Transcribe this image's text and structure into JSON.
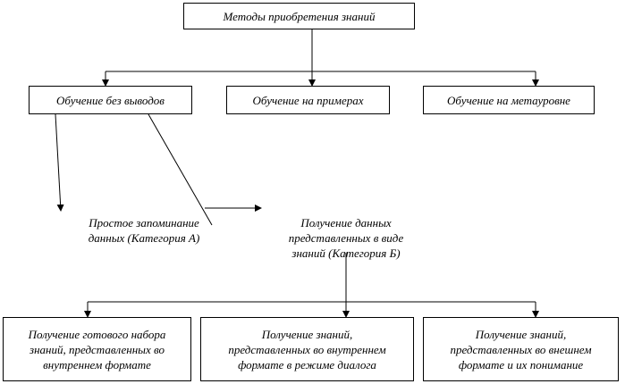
{
  "root": {
    "label": "Методы приобретения знаний"
  },
  "level1": [
    {
      "label": "Обучение без выводов"
    },
    {
      "label": "Обучение на примерах"
    },
    {
      "label": "Обучение на метауровне"
    }
  ],
  "level2": [
    {
      "label": "Простое запоминание\nданных (Категория А)"
    },
    {
      "label": "Получение данных\nпредставленных в виде\nзнаний (Категория Б)"
    }
  ],
  "level3": [
    {
      "label": "Получение готового набора\nзнаний, представленных во\nвнутреннем формате"
    },
    {
      "label": "Получение знаний,\nпредставленных во внутреннем\nформате в режиме диалога"
    },
    {
      "label": "Получение знаний,\nпредставленных во внешнем\nформате и их понимание"
    }
  ],
  "colors": {
    "line": "#000000",
    "background": "#ffffff"
  }
}
